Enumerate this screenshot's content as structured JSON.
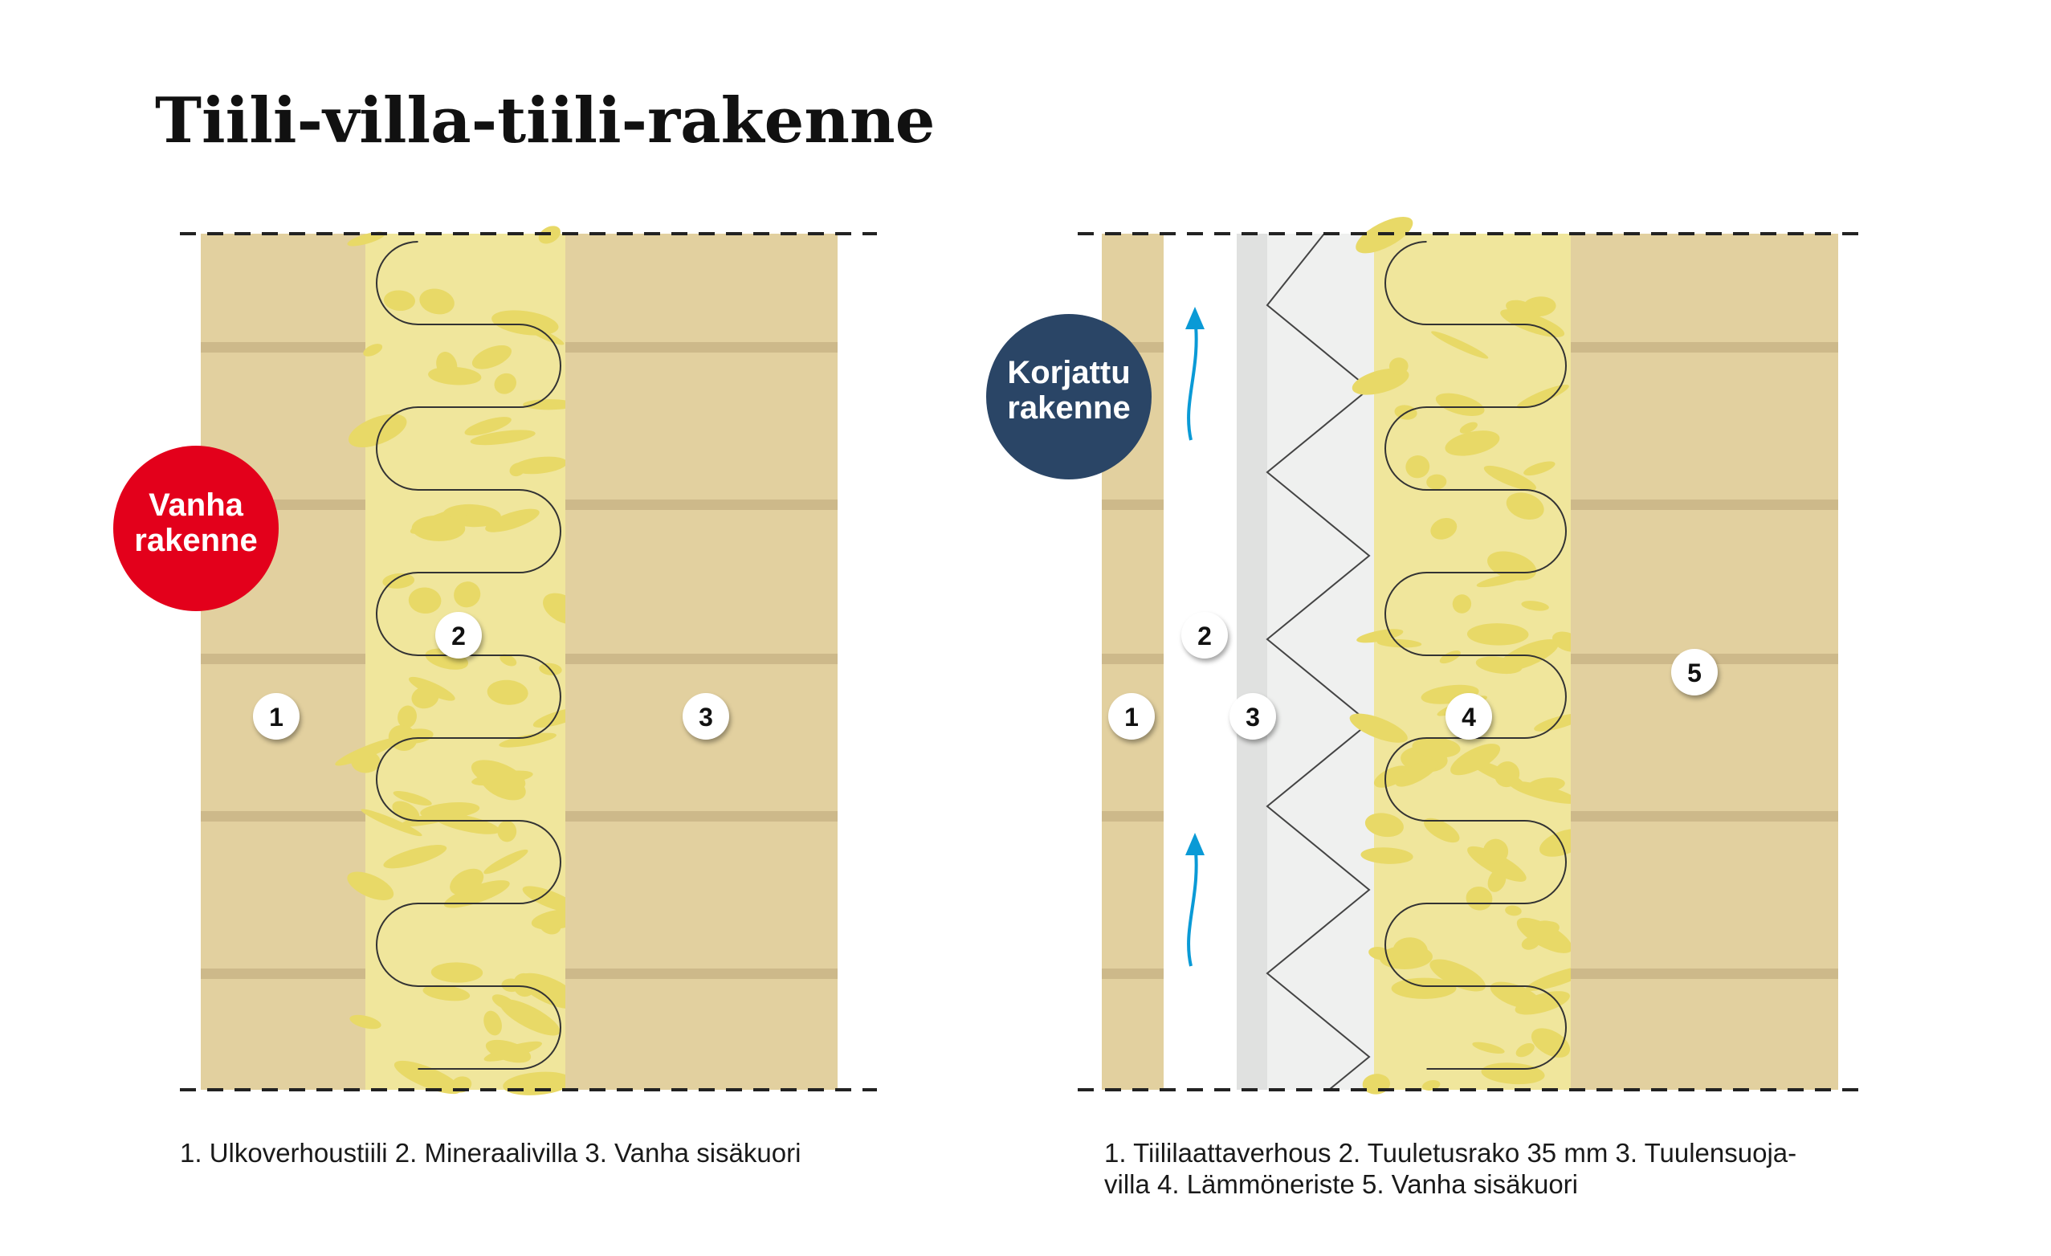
{
  "title": "Tiili-villa-tiili-rakenne",
  "colors": {
    "brick": "#e2d09f",
    "mortar": "#cdb98a",
    "wool": "#f0e69c",
    "wool_blotch": "#e8d967",
    "air_gap": "#ffffff",
    "wind_barrier_edge": "#e0e1e0",
    "wind_barrier": "#eff0ef",
    "old_badge": "#e3001b",
    "new_badge": "#2a4566",
    "airflow_arrow": "#0a9ad6"
  },
  "old": {
    "badge_lines": [
      "Vanha",
      "rakenne"
    ],
    "markers": [
      "1",
      "2",
      "3"
    ],
    "caption": "1. Ulkoverhoustiili 2. Mineraalivilla 3. Vanha sisäkuori"
  },
  "new": {
    "badge_lines": [
      "Korjattu",
      "rakenne"
    ],
    "markers": [
      "1",
      "2",
      "3",
      "4",
      "5"
    ],
    "caption_lines": [
      "1. Tiililaattaverhous 2. Tuuletusrako 35 mm 3. Tuulensuoja-",
      "villa 4. Lämmöneriste 5. Vanha sisäkuori"
    ]
  }
}
